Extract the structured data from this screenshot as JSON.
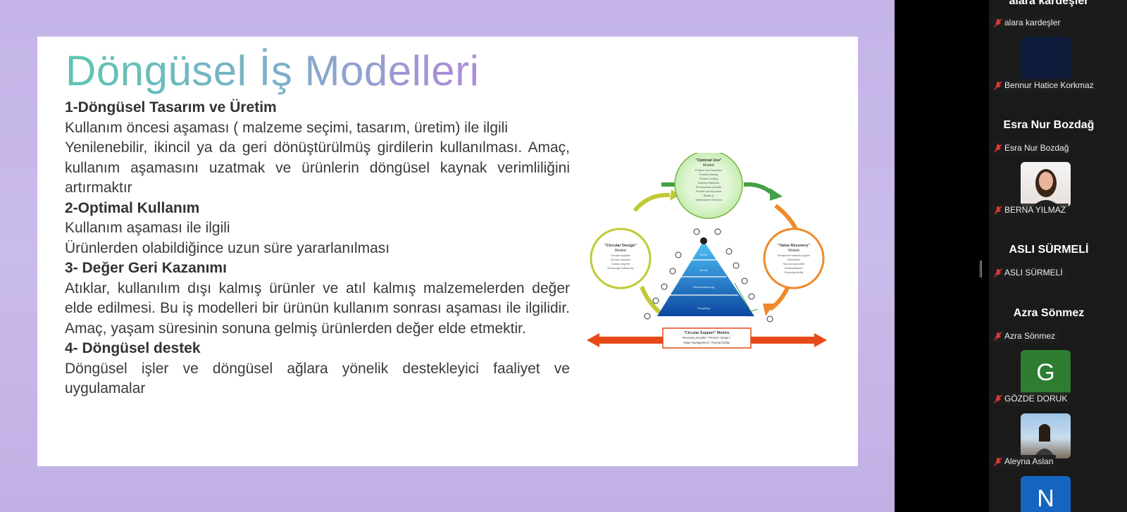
{
  "slide": {
    "title": "Döngüsel İş Modelleri",
    "sections": [
      {
        "heading": "1-Döngüsel Tasarım ve Üretim",
        "lines": [
          "Kullanım öncesi aşaması ( malzeme seçimi, tasarım, üretim) ile ilgili",
          "Yenilenebilir, ikincil ya da geri dönüştürülmüş girdilerin kullanılması. Amaç, kullanım aşamasını uzatmak ve ürünlerin döngüsel kaynak verimliliğini artırmaktır"
        ]
      },
      {
        "heading": "2-Optimal Kullanım",
        "lines": [
          "Kullanım aşaması ile ilgili",
          "Ürünlerden olabildiğince uzun süre yararlanılması"
        ]
      },
      {
        "heading": "3- Değer Geri Kazanımı",
        "lines": [
          "Atıklar, kullanılım dışı kalmış ürünler ve atıl kalmış malzemelerden değer elde edilmesi. Bu iş modelleri bir ürünün kullanım sonrası aşaması ile ilgilidir. Amaç, yaşam süresinin sonuna gelmiş ürünlerden değer elde etmektir."
        ]
      },
      {
        "heading": "4- Döngüsel destek",
        "lines": [
          "Döngüsel işler ve döngüsel ağlara yönelik destekleyici faaliyet ve uygulamalar"
        ]
      }
    ],
    "diagram": {
      "optimal_use": {
        "title": "\"Optimal Use\"",
        "sub": "Models",
        "items": [
          "Product Life Extension",
          "Product leasing",
          "Product renting",
          "Sharing Platforms",
          "Performance provider",
          "Provide and buy back",
          "Repair &",
          "Maintenance Services"
        ]
      },
      "circular_design": {
        "title": "\"Circular Design\"",
        "sub": "Models",
        "items": [
          "Circular supplies",
          "Circular products",
          "Classic long life",
          "Encourage sufficiency"
        ]
      },
      "value_recovery": {
        "title": "\"Value Recovery\"",
        "sub": "Models",
        "items": [
          "Recaptured material supplier",
          "Refurbisher",
          "Second hand seller",
          "Remanufacturer",
          "Recycling facility"
        ]
      },
      "circular_support": {
        "title": "\"Circular Support\" Models",
        "items": [
          "Recovery provider / Process design /",
          "Value management / Tracing facility"
        ]
      },
      "pyramid_layers": [
        "Share",
        "Reuse",
        "Remanufacturing",
        "Recycling"
      ]
    }
  },
  "participants": {
    "top_cut_name": "alara kardeşler",
    "tiles": [
      {
        "tag": "alara kardeşler"
      },
      {
        "tag": "Bennur Hatice Korkmaz"
      },
      {
        "header": "Esra Nur Bozdağ",
        "tag": "Esra Nur Bozdağ"
      },
      {
        "tag": "BERNA YILMAZ"
      },
      {
        "header": "ASLI SÜRMELİ",
        "tag": "ASLI SÜRMELİ"
      },
      {
        "header": "Azra Sönmez",
        "tag": "Azra Sönmez"
      },
      {
        "initial": "G",
        "tag": "GÖZDE DORUK"
      },
      {
        "tag": "Aleyna Aslan"
      },
      {
        "initial": "N"
      }
    ],
    "colors": {
      "G": "#2e7d32",
      "N": "#1565c0",
      "mic_muted": "#e53935"
    }
  }
}
